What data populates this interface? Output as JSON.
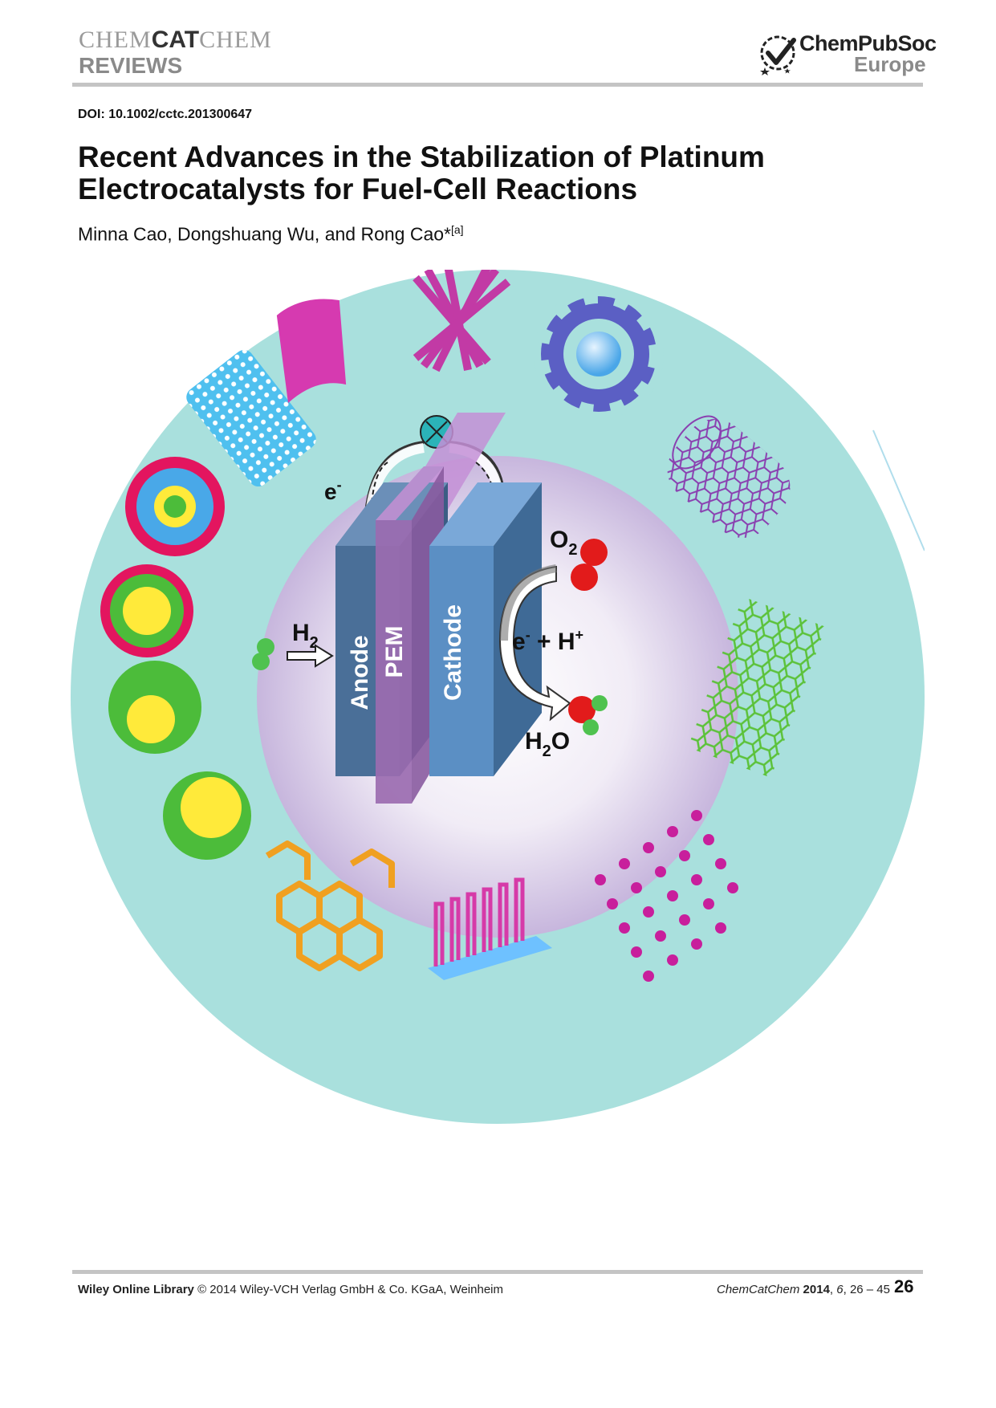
{
  "header": {
    "journal_pre": "CHEM",
    "journal_mid": "CAT",
    "journal_post": "CHEM",
    "section": "REVIEWS",
    "publisher_name": "ChemPubSoc",
    "publisher_region": "Europe",
    "publisher_logo_icon": "check-star-icon"
  },
  "article": {
    "doi": "DOI: 10.1002/cctc.201300647",
    "title_line1": "Recent Advances in the Stabilization of Platinum",
    "title_line2": "Electrocatalysts for Fuel-Cell Reactions",
    "authors": "Minna Cao, Dongshuang Wu, and Rong Cao*",
    "author_affiliation_mark": "[a]"
  },
  "figure": {
    "e_label": "e",
    "e_sup": "-",
    "h2_main": "H",
    "h2_sub": "2",
    "o2_main": "O",
    "o2_sub": "2",
    "anode": "Anode",
    "pem": "PEM",
    "cathode": "Cathode",
    "reaction_e": "e",
    "reaction_e_sup": "-",
    "reaction_rest": " + H",
    "reaction_h_sup": "+",
    "h2o_h": "H",
    "h2o_sub": "2",
    "h2o_o": "O",
    "colors": {
      "ring": "#a9e0dd",
      "inner_glow": "#c7b6dd",
      "anode": "#4a6f98",
      "pem": "#9b6bb0",
      "cathode": "#5b8fc4",
      "oxygen_atom": "#e21b1b",
      "hydrogen_atom": "#4fc24f"
    }
  },
  "footer": {
    "library": "Wiley Online Library",
    "copyright": " © 2014 Wiley-VCH Verlag GmbH & Co. KGaA, Weinheim",
    "journal": "ChemCatChem",
    "year": "2014",
    "volume": "6",
    "pages": ", 26 – 45",
    "page_number": "26"
  }
}
